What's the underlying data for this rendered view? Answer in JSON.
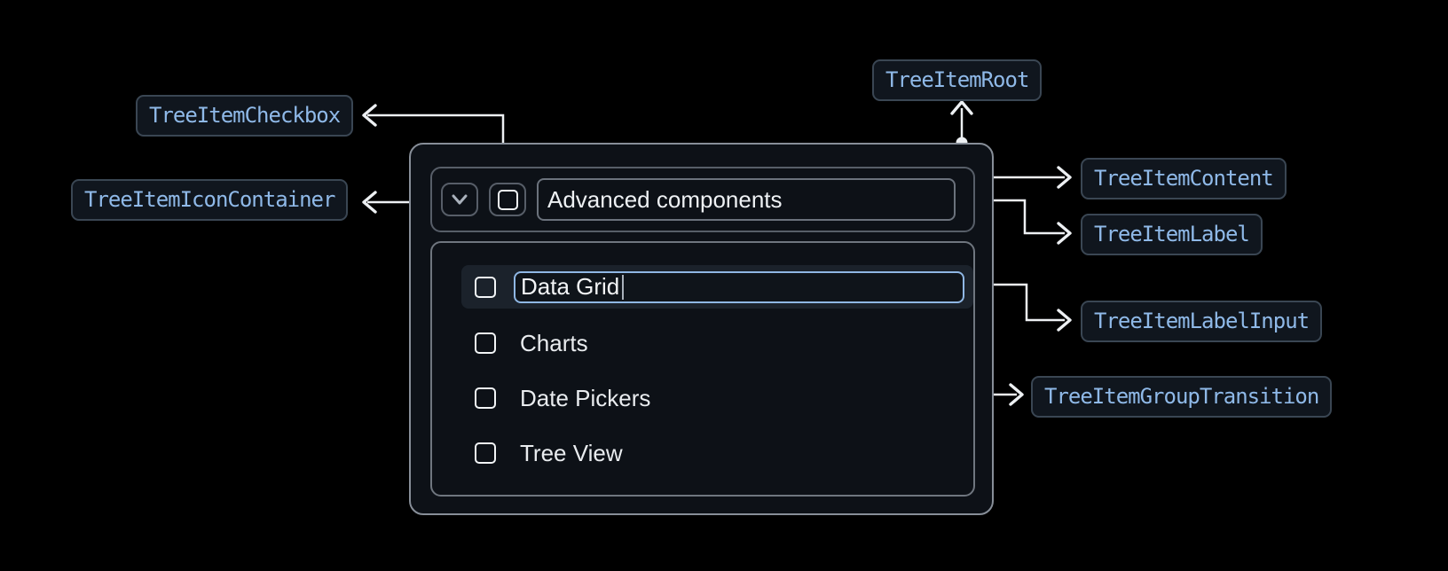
{
  "annotations": {
    "root": "TreeItemRoot",
    "content": "TreeItemContent",
    "label": "TreeItemLabel",
    "label_input": "TreeItemLabelInput",
    "group_transition": "TreeItemGroupTransition",
    "checkbox": "TreeItemCheckbox",
    "icon_container": "TreeItemIconContainer"
  },
  "tree": {
    "parent": {
      "label": "Advanced components",
      "expanded": true,
      "checkbox_checked": false
    },
    "children": [
      {
        "label": "Data Grid",
        "state": "editing",
        "checkbox_checked": false
      },
      {
        "label": "Charts",
        "state": "default",
        "checkbox_checked": false
      },
      {
        "label": "Date Pickers",
        "state": "default",
        "checkbox_checked": false
      },
      {
        "label": "Tree View",
        "state": "default",
        "checkbox_checked": false
      }
    ]
  },
  "icons": {
    "expand": "chevron-down-icon",
    "checkbox": "checkbox-unchecked-icon",
    "caret": "text-cursor"
  },
  "colors": {
    "background": "#000000",
    "panel_fill": "#0d1117",
    "panel_border": "#878e98",
    "inner_border": "#575e68",
    "group_border": "#6f767f",
    "row_highlight": "#1b222b",
    "input_border": "#8fb7e4",
    "chip_text": "#8fb9e8",
    "chip_bg": "#10161e",
    "chip_border": "#3a4653",
    "connector": "#edf0f3",
    "text": "#eef1f4"
  }
}
